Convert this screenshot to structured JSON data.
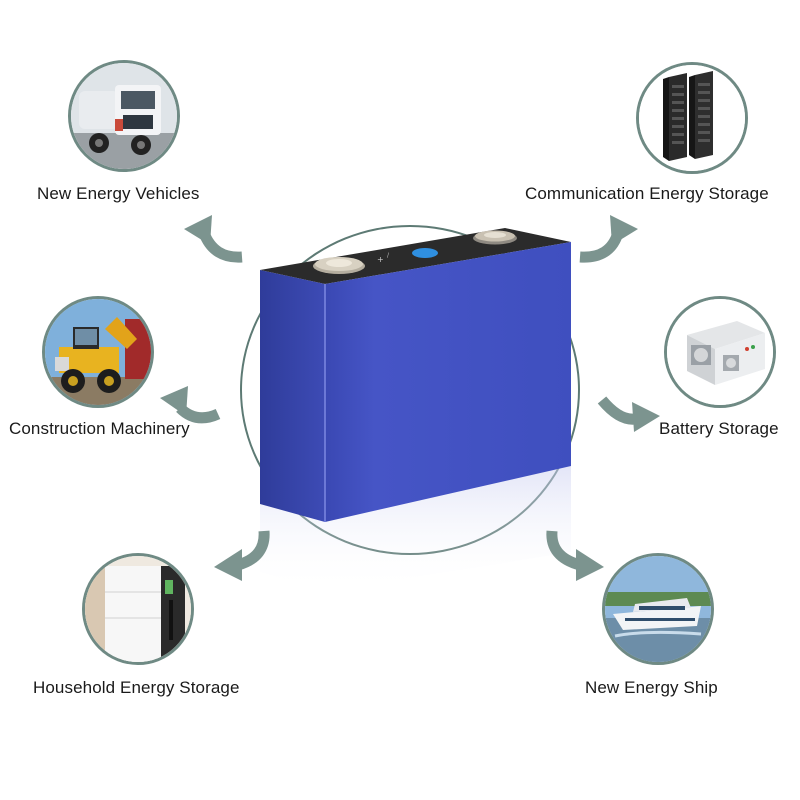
{
  "applications": [
    {
      "label": "New Energy Vehicles",
      "image": "truck"
    },
    {
      "label": "Communication Energy Storage",
      "image": "battery-racks"
    },
    {
      "label": "Construction Machinery",
      "image": "wheel-loader"
    },
    {
      "label": "Battery Storage",
      "image": "storage-module"
    },
    {
      "label": "Household Energy Storage",
      "image": "wall-battery"
    },
    {
      "label": "New Energy Ship",
      "image": "yacht"
    }
  ],
  "colors": {
    "battery_body": "#3f4fbf",
    "battery_top": "#2b2b2b",
    "ring": "#5d7a74",
    "arrow": "#7c948f",
    "terminal": "#c9c1b2",
    "vent": "#2f8fe0"
  }
}
